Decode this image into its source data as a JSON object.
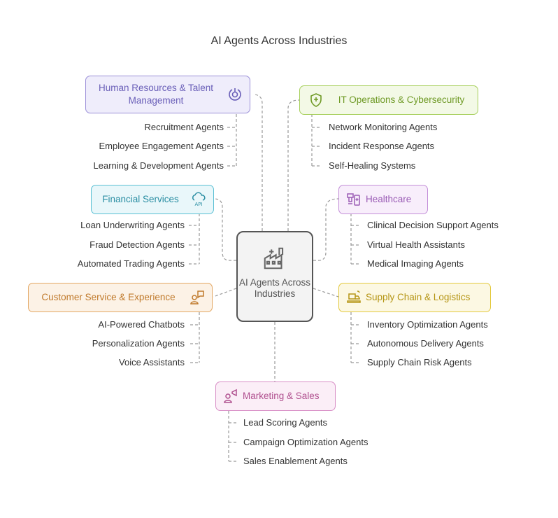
{
  "title": "AI Agents Across Industries",
  "center": {
    "label": "AI Agents Across Industries",
    "icon": "factory-icon"
  },
  "colors": {
    "hr": {
      "border": "#9b8fd8",
      "fill": "#efedfb",
      "text": "#6a5fb8"
    },
    "it": {
      "border": "#a6cf5a",
      "fill": "#f3f9e6",
      "text": "#6f9a26"
    },
    "fin": {
      "border": "#5bc0d4",
      "fill": "#e9f7fa",
      "text": "#2a8ea3"
    },
    "hc": {
      "border": "#c38fd8",
      "fill": "#f8eefb",
      "text": "#9a5cb5"
    },
    "cs": {
      "border": "#e3a763",
      "fill": "#fcf2e6",
      "text": "#c07a2c"
    },
    "sc": {
      "border": "#e3c93f",
      "fill": "#fcf8e3",
      "text": "#b59514"
    },
    "mk": {
      "border": "#d88fc6",
      "fill": "#fbeef7",
      "text": "#b0508f"
    }
  },
  "categories": {
    "hr": {
      "label": "Human Resources & Talent Management",
      "icon": "dial-icon",
      "items": [
        "Recruitment Agents",
        "Employee Engagement Agents",
        "Learning & Development Agents"
      ]
    },
    "it": {
      "label": "IT Operations & Cybersecurity",
      "icon": "shield-icon",
      "items": [
        "Network Monitoring Agents",
        "Incident Response Agents",
        "Self-Healing Systems"
      ]
    },
    "fin": {
      "label": "Financial Services",
      "icon": "cloud-api-icon",
      "icon_text": "API",
      "items": [
        "Loan Underwriting Agents",
        "Fraud Detection Agents",
        "Automated Trading Agents"
      ]
    },
    "hc": {
      "label": "Healthcare",
      "icon": "medical-device-icon",
      "items": [
        "Clinical Decision Support Agents",
        "Virtual Health Assistants",
        "Medical Imaging Agents"
      ]
    },
    "cs": {
      "label": "Customer Service & Experience",
      "icon": "support-agent-icon",
      "items": [
        "AI-Powered Chatbots",
        "Personalization Agents",
        "Voice Assistants"
      ]
    },
    "sc": {
      "label": "Supply Chain & Logistics",
      "icon": "conveyor-icon",
      "items": [
        "Inventory Optimization Agents",
        "Autonomous Delivery Agents",
        "Supply Chain Risk Agents"
      ]
    },
    "mk": {
      "label": "Marketing & Sales",
      "icon": "megaphone-icon",
      "items": [
        "Lead Scoring Agents",
        "Campaign Optimization Agents",
        "Sales Enablement Agents"
      ]
    }
  }
}
